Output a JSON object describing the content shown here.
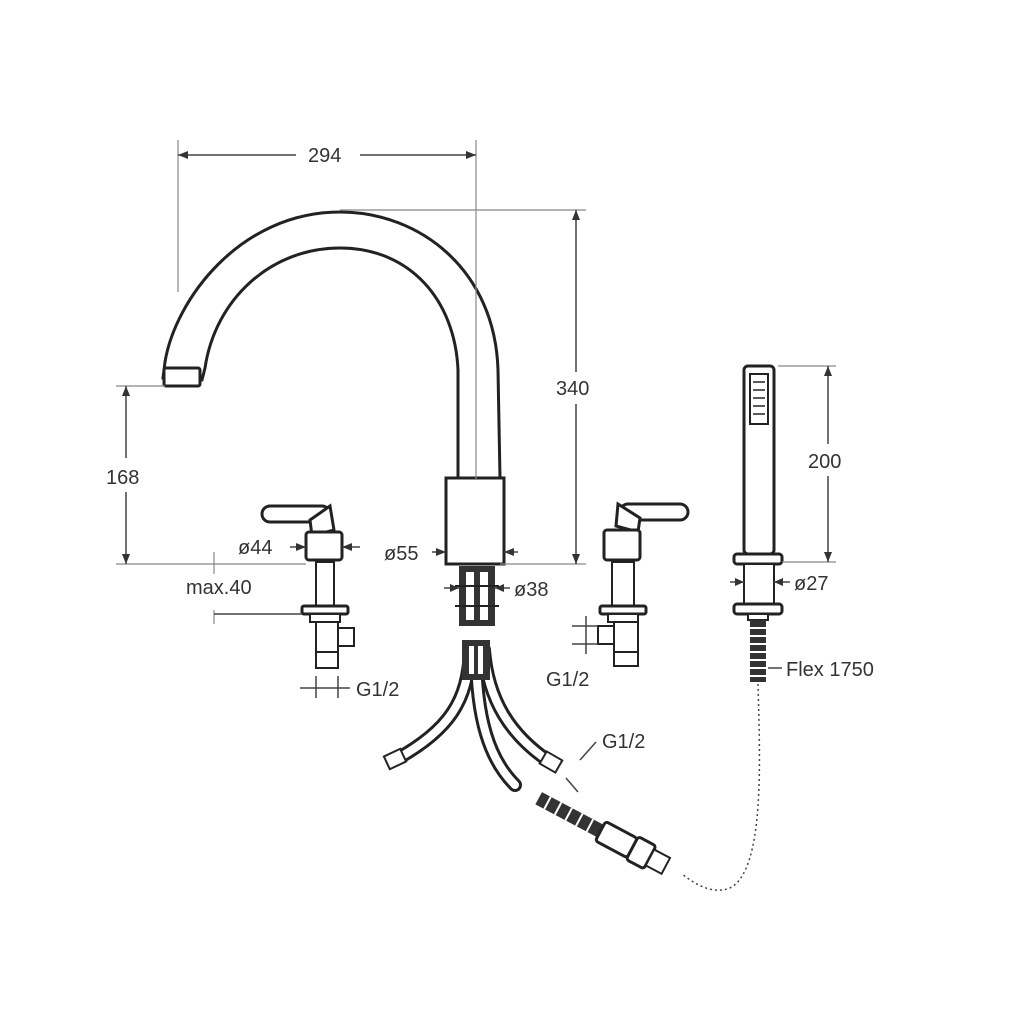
{
  "dimensions": {
    "spout_reach": "294",
    "spout_height": "340",
    "outlet_height": "168",
    "handle_diameter": "ø44",
    "max_deck": "max.40",
    "spout_base_diameter": "ø55",
    "spout_shank_diameter": "ø38",
    "left_connection": "G1/2",
    "right_connection": "G1/2",
    "hose_connection": "G1/2",
    "hand_shower_height": "200",
    "hand_shower_diameter": "ø27",
    "shower_hose": "Flex 1750"
  },
  "colors": {
    "line": "#222222",
    "dimension_text": "#333333",
    "background": "#ffffff"
  }
}
